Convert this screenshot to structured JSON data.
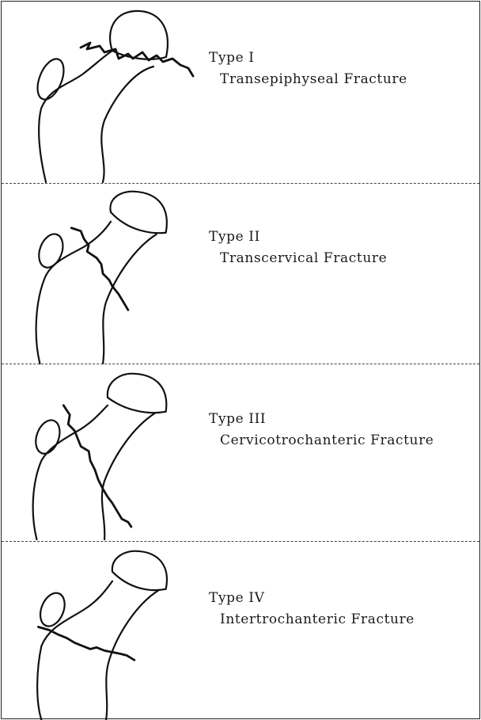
{
  "panels": [
    {
      "type": "Type I",
      "name": "Transepiphyseal Fracture"
    },
    {
      "type": "Type II",
      "name": "Transcervical Fracture"
    },
    {
      "type": "Type III",
      "name": "Cervicotrochanteric Fracture"
    },
    {
      "type": "Type IV",
      "name": "Intertrochanteric Fracture"
    }
  ]
}
